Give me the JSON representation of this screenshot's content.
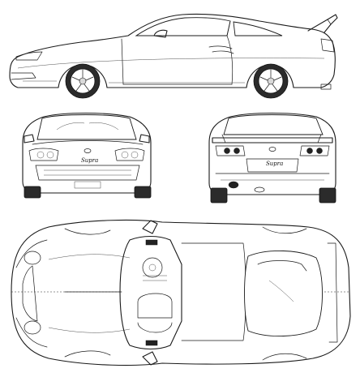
{
  "drawing": {
    "views": [
      "side",
      "front",
      "rear",
      "top"
    ],
    "badges": {
      "front_script": "Supra",
      "rear_script": "Supra"
    },
    "colors": {
      "line": "#1a1a1a",
      "tire": "#2b2b2b",
      "background": "#ffffff"
    }
  }
}
